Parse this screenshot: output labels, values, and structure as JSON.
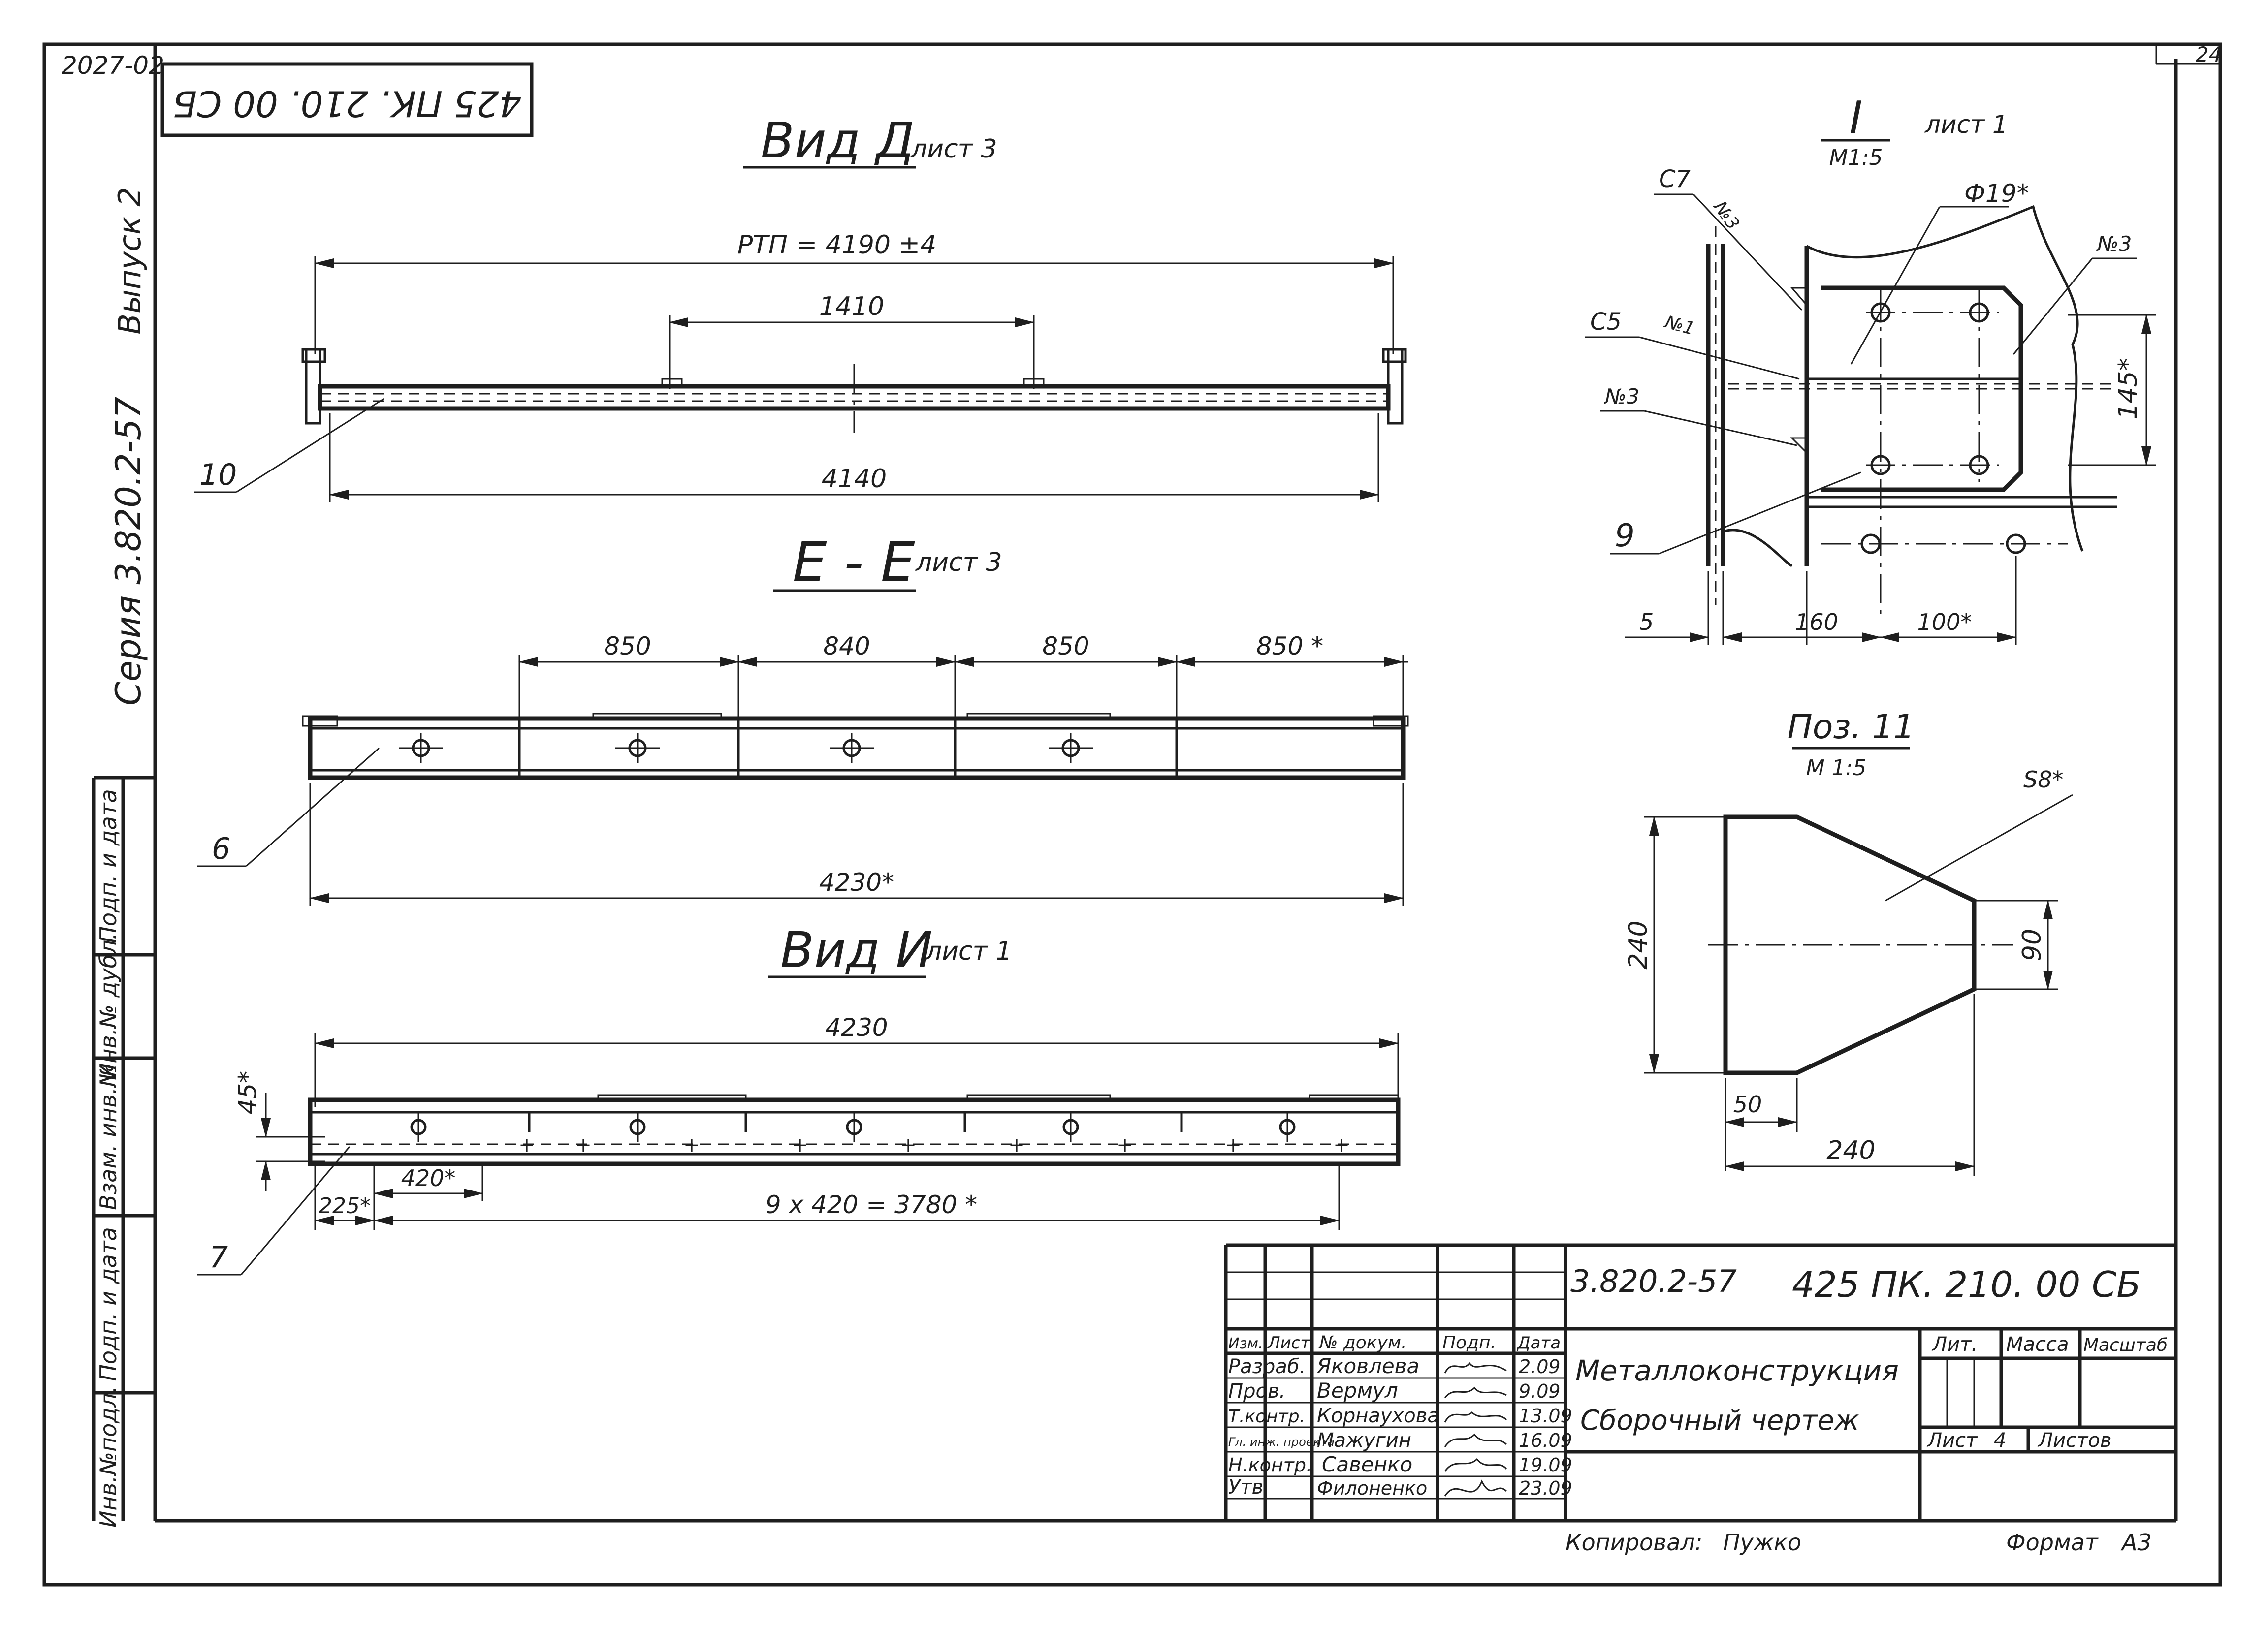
{
  "sheet": {
    "archive_number": "2027-02",
    "sheet_number_corner": "24",
    "stamp_rotated": "425 ПК. 210. 00 СБ",
    "margin_issue": "Выпуск 2",
    "margin_series": "Серия 3.820.2-57",
    "left_strip_labels": [
      "Инв.№подл.",
      "Подп. и дата",
      "Взам. инв.№",
      "Инв.№ дубл.",
      "Подп. и дата"
    ]
  },
  "views": {
    "vid_d": {
      "title": "Вид Д",
      "sheet_ref": "лист 3",
      "dim_top": "РТП = 4190 ±4",
      "dim_mid": "1410",
      "dim_bottom": "4140",
      "callout": "10"
    },
    "section_e": {
      "title": "Е - Е",
      "sheet_ref": "лист 3",
      "dims": [
        "850",
        "840",
        "850",
        "850 *"
      ],
      "dim_overall": "4230*",
      "callout": "6"
    },
    "vid_i": {
      "title": "Вид И",
      "sheet_ref": "лист 1",
      "dim_overall": "4230",
      "dim_height": "45*",
      "dim_pitch": "420*",
      "dim_edge": "225*",
      "dim_total": "9 х 420 = 3780 *",
      "callout": "7"
    },
    "detail_1": {
      "title": "I",
      "scale": "М1:5",
      "sheet_ref": "лист 1",
      "hole_dia": "Ф19*",
      "weld_top": "С7",
      "weld_mid": "С5",
      "weld_n3_a": "№3",
      "weld_n1": "№1",
      "weld_n3_b": "№3",
      "weld_n3_c": "№3",
      "dim_h": "145*",
      "dim_5": "5",
      "dim_160": "160",
      "dim_100": "100*",
      "callout": "9"
    },
    "pos_11": {
      "title": "Поз. 11",
      "scale": "М 1:5",
      "thickness": "S8*",
      "dim_240_v": "240",
      "dim_90": "90",
      "dim_50": "50",
      "dim_240_h": "240"
    }
  },
  "title_block": {
    "series": "3.820.2-57",
    "doc_number": "425 ПК. 210. 00 СБ",
    "name_line1": "Металлоконструкция",
    "name_line2": "Сборочный чертеж",
    "headers": [
      "Изм.",
      "Лист",
      "№ докум.",
      "Подп.",
      "Дата"
    ],
    "roles": [
      {
        "role": "Разраб.",
        "name": "Яковлева",
        "date": "2.09"
      },
      {
        "role": "Пров.",
        "name": "Вермул",
        "date": "9.09"
      },
      {
        "role": "Т.контр.",
        "name": "Корнаухова",
        "date": "13.09"
      },
      {
        "role": "Гл. инж. проекта",
        "name": "Мажугин",
        "date": "16.09"
      },
      {
        "role": "Н.контр.",
        "name": "Савенко",
        "date": "19.09"
      },
      {
        "role": "Утв.",
        "name": "Филоненко",
        "date": "23.09"
      }
    ],
    "lit_label": "Лит.",
    "mass_label": "Масса",
    "scale_label": "Масштаб",
    "sheet_label": "Лист",
    "sheet_value": "4",
    "sheets_label": "Листов",
    "copied_label": "Копировал:",
    "copied_by": "Пужко",
    "format_label": "Формат",
    "format_value": "А3"
  }
}
